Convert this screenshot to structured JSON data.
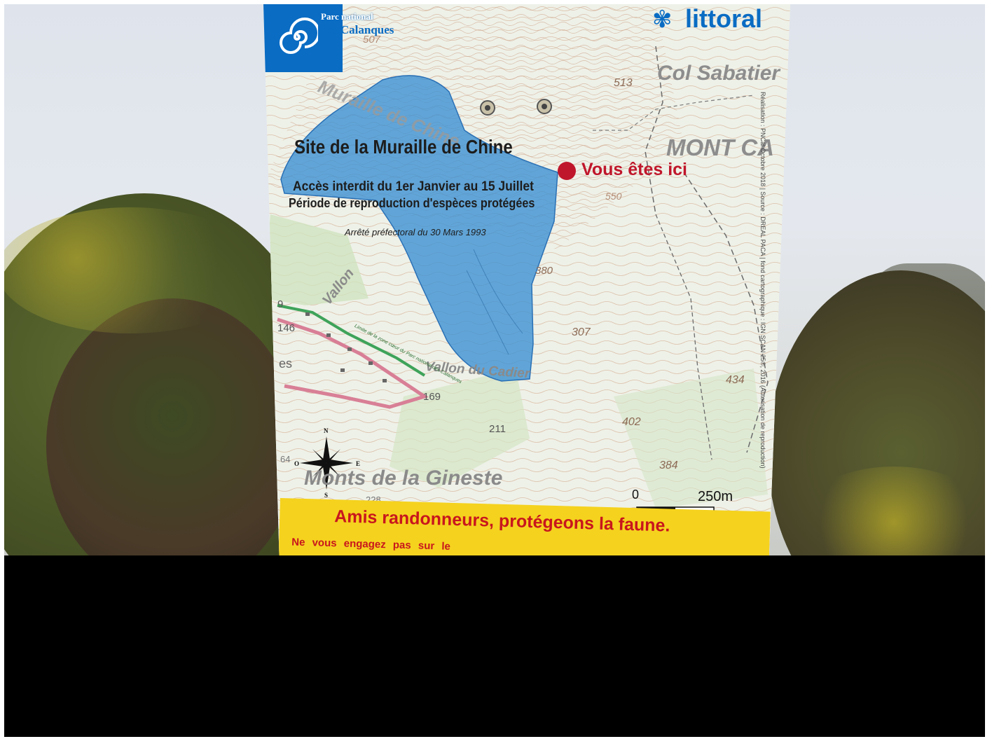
{
  "sign": {
    "logo_line1": "Parc national",
    "logo_line2": "des Calanques",
    "partner_logo": "littoral",
    "title": "Site de la Muraille de Chine",
    "access_line1": "Accès interdit du 1er Janvier au 15 Juillet",
    "access_line2": "Période de reproduction d'espèces protégées",
    "decree": "Arrêté préfectoral du 30 Mars 1993",
    "you_are_here": "Vous êtes ici",
    "footer_headline": "Amis randonneurs, protégeons la faune.",
    "footer_text": "Ne vous engagez pas sur le",
    "credit": "Réalisation : PNCal Octobre 2018 | Source : DREAL PACA | fond cartographique : IGN SCAN 25®, 2016 (Autorisation de reproduction)"
  },
  "map_labels": {
    "col": "Col Sabatier",
    "mont": "MONT CA",
    "muraille": "Muraille de Chine",
    "vallon1": "Vallon",
    "vallon2": "Vallon du Cadier",
    "monts": "Monts de la Gineste",
    "boundary": "Limite de la zone cœur du Parc national des Calanques",
    "elev_513": "513",
    "elev_507": "507",
    "elev_550": "550",
    "elev_380": "380",
    "elev_307": "307",
    "elev_146": "146",
    "elev_169": "169",
    "elev_211": "211",
    "elev_402": "402",
    "elev_384": "384",
    "elev_434": "434",
    "elev_228": "228",
    "elev_64": "64",
    "edge_es": "es",
    "edge_9": "9"
  },
  "compass": {
    "n": "N",
    "s": "S",
    "e": "E",
    "o": "O"
  },
  "scale": {
    "zero": "0",
    "max": "250m"
  },
  "colors": {
    "logo_blue": "#0a6cc3",
    "protected_zone": "#3a8fd4",
    "marker_red": "#c0162b",
    "footer_yellow": "#f5d21e",
    "footer_text_red": "#c8161d"
  }
}
